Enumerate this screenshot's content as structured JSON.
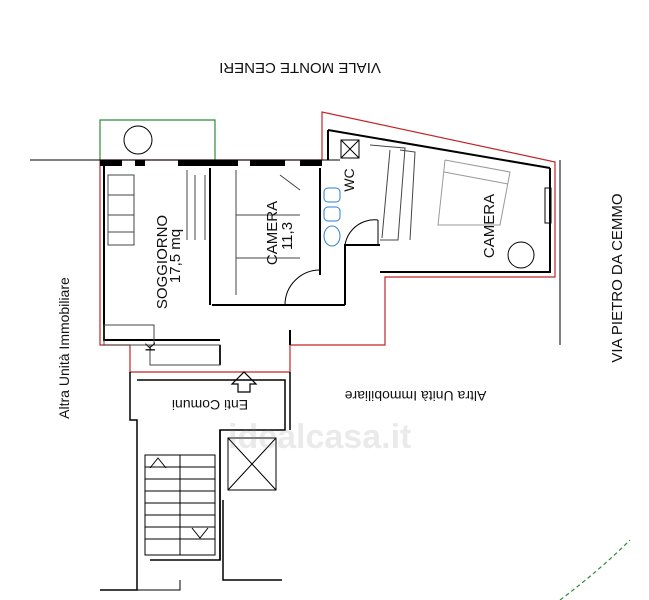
{
  "labels": {
    "street_north": "VIALE MONTE CENERI",
    "street_east": "VIA PIETRO DA CEMMO",
    "neighbor_west": "Altra Unità Immobiliare",
    "neighbor_south": "Altra Unità Immobiliare",
    "common_entrance": "Enti Comuni",
    "living_room": "SOGGIORNO",
    "living_room_area": "17,5 mq",
    "bedroom_1": "CAMERA",
    "bedroom_1_area": "11,3",
    "bathroom": "WC",
    "bedroom_2": "CAMERA",
    "kitchen": "K",
    "watermark": "idealcasa.it"
  },
  "colors": {
    "wall": "#000000",
    "boundary": "#c0262b",
    "balcony": "#2e8b3a",
    "furniture": "#444444",
    "fixture": "#2a7fd4",
    "light_line": "#999999"
  }
}
